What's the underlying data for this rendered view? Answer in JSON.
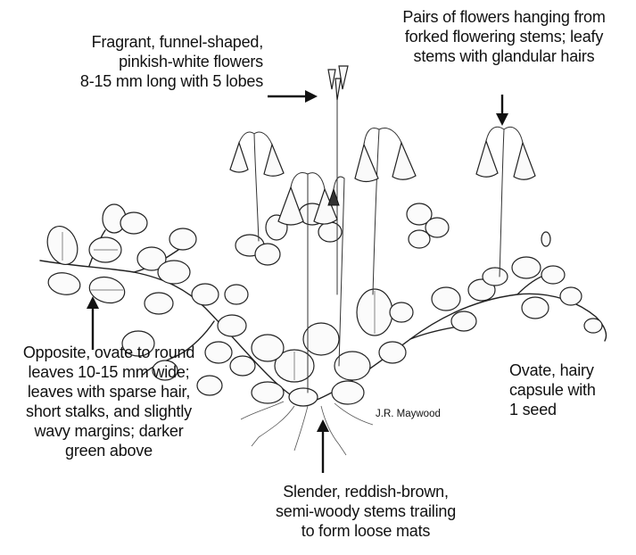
{
  "illustration": {
    "subject": "",
    "credit": "J.R. Maywood"
  },
  "labels": {
    "flowers": {
      "lines": [
        "Fragrant, funnel-shaped,",
        "pinkish-white flowers",
        "8-15 mm long with 5 lobes"
      ]
    },
    "pairs": {
      "lines": [
        "Pairs of flowers hanging from",
        "forked flowering stems; leafy",
        "stems with glandular hairs"
      ]
    },
    "leaves": {
      "lines": [
        "Opposite, ovate to round",
        "leaves 10-15 mm wide;",
        "leaves with sparse hair,",
        "short stalks, and slightly",
        "wavy margins; darker",
        "green above"
      ]
    },
    "capsule": {
      "lines": [
        "Ovate, hairy",
        "capsule with",
        "1 seed"
      ]
    },
    "stems": {
      "lines": [
        "Slender, reddish-brown,",
        "semi-woody stems trailing",
        "to form loose mats"
      ]
    }
  }
}
